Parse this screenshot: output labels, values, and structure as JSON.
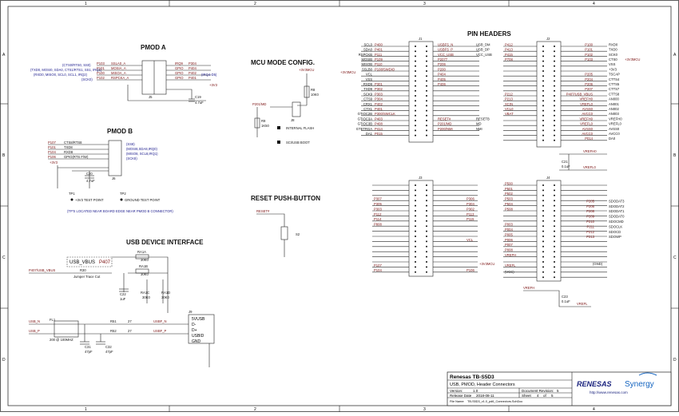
{
  "border": {
    "cols": [
      "1",
      "2",
      "3",
      "4"
    ],
    "rows": [
      "A",
      "B",
      "C",
      "D"
    ]
  },
  "sections": {
    "pmod_a": "PMOD A",
    "pmod_b": "PMOD B",
    "mcu_mode": "MCU MODE CONFIG.",
    "reset": "RESET PUSH-BUTTON",
    "usb": "USB DEVICE INTERFACE",
    "pin_headers": "PIN HEADERS"
  },
  "pmod_a": {
    "left_labels": [
      "(CTS0/RTS0, SS0)",
      "(TXD0, MOSI0, SDA0, CTS1/RTS1, SS1, IRQ1)",
      "(RXD0, MISO0, SCL0, SCL1, IRQ2)",
      "(SCK0)"
    ],
    "pins": [
      "P103",
      "P101",
      "P100",
      "P102"
    ],
    "signals": [
      "SSLA0_A",
      "MOSIA_A",
      "MISOA_A",
      "RSPCKA_A"
    ],
    "right_signals": [
      "IRQ9",
      "GPIO",
      "GPIO",
      "GPIO"
    ],
    "right_pins": [
      "P304",
      "P404",
      "P402",
      "P401"
    ],
    "note": "(IRQ4-D5)",
    "ref": "J5",
    "cap": "C19",
    "cap_val": "4.7uF",
    "supply": "+3V3"
  },
  "pmod_b": {
    "pins": [
      "P107",
      "P101",
      "P104",
      "P106"
    ],
    "signals": [
      "CTS8/RTS8",
      "TXD8",
      "RXD8",
      "GPIO(RTS F/W)"
    ],
    "right": [
      "(SS8)",
      "(MOSI8,SDA8,IRQ0)",
      "(MISO8, SCL8,IRQ1)",
      "(SCK8)"
    ],
    "ref": "J6",
    "cap": "C20",
    "cap_val": "4.7uF",
    "supply": "+3V3",
    "tp1": "TP1",
    "tp2": "TP2",
    "tp1_label": "+3V3 TEST POINT",
    "tp2_label": "GROUND TEST POINT",
    "note": "(TP'S LOCATED NEAR BOARD EDGE NEAR PMOD B CONNECTOR)"
  },
  "mcu_mode": {
    "supply": "+3V3MCU",
    "r8": "R8",
    "r8_val": "10K0",
    "r9": "R9",
    "r9_val": "1K50",
    "pin": "P201/MD",
    "ref": "J8",
    "opt1": "INTERNAL FLASH",
    "opt2": "SCI/USB BOOT"
  },
  "reset": {
    "net": "RESET#",
    "ref": "S2"
  },
  "usb": {
    "vbus_box": "USB_VBUS",
    "p407": "P407",
    "net_vbus": "P407/USB_VBUS",
    "r30": "R30",
    "jumper": "Jumper Trace Cut",
    "ra1a": "RA1A",
    "ra1b": "RA1B",
    "ra1c": "RA1C",
    "ra1d": "RA1D",
    "res_val": "30K0",
    "c22": "C22",
    "c22_val": "1uF",
    "fl1": "FL1",
    "fl1_val": "200 @ 100MHZ",
    "usb_n": "USB_N",
    "usb_p": "USB_P",
    "r51": "R51",
    "r52": "R52",
    "r_val": "27",
    "usbf_n": "USBF_N",
    "usbf_p": "USBF_P",
    "c31": "C31",
    "c32": "C32",
    "c_val": "47pF",
    "j9": "J9",
    "j9_pins": [
      "5VUSB",
      "D-",
      "D+",
      "USBID",
      "GND"
    ]
  },
  "j1": {
    "ref": "J1",
    "left": [
      [
        "SCL0",
        "P400"
      ],
      [
        "SDA0",
        "P401"
      ],
      [
        "RSPCKB",
        "P111"
      ],
      [
        "MOSIB",
        "P109"
      ],
      [
        "MISOB",
        "P110"
      ],
      [
        "SSLB0",
        "P108/SWDIO"
      ],
      [
        "VCL",
        ""
      ],
      [
        "VSS",
        ""
      ],
      [
        "RXD9",
        "P301"
      ],
      [
        "TXD9",
        "P302"
      ],
      [
        "SCK9",
        "P303"
      ],
      [
        "CTS9",
        "P304"
      ],
      [
        "CRX1",
        "P402"
      ],
      [
        "CTX1",
        "P401"
      ],
      [
        "GTIOC2B",
        "P300/SWCLK"
      ],
      [
        "GTIOC3A",
        "P403"
      ],
      [
        "GTIOC3B",
        "P408"
      ],
      [
        "GTETRGA",
        "P414"
      ],
      [
        "DA1",
        "P015"
      ]
    ],
    "right": [
      [
        "USB_DM",
        "USBFS_N"
      ],
      [
        "USB_DP",
        "USBFS_P"
      ],
      [
        "VCC_USB",
        "VCC_USB"
      ],
      [
        "",
        "P2077"
      ],
      [
        "",
        "P206"
      ],
      [
        "",
        "P200"
      ],
      [
        "",
        "P404"
      ],
      [
        "",
        "P405"
      ],
      [
        "",
        "P406"
      ],
      [
        "",
        ""
      ],
      [
        "",
        ""
      ],
      [
        "",
        ""
      ],
      [
        "",
        ""
      ],
      [
        "",
        ""
      ],
      [
        "",
        ""
      ],
      [
        "RESETB",
        "RESET#"
      ],
      [
        "MD",
        "P201/MD"
      ],
      [
        "NMI",
        "P200/NMI"
      ],
      [
        "",
        ""
      ]
    ],
    "supply": "+3V3MCU"
  },
  "j2": {
    "ref": "J2",
    "left": [
      "P412",
      "P413",
      "P415",
      "P708",
      "",
      "",
      "",
      "",
      "",
      "",
      "P212",
      "P213",
      "XCIN",
      "VCL0",
      "VBAT",
      "",
      "",
      "",
      "",
      ""
    ],
    "right": [
      [
        "P100",
        "RXD0"
      ],
      [
        "P101",
        "TXD0"
      ],
      [
        "P102",
        "SCK0"
      ],
      [
        "P103",
        "CTS0"
      ],
      [
        "",
        "VSS"
      ],
      [
        "",
        "+3V3"
      ],
      [
        "P205",
        "TSCAP"
      ],
      [
        "P204",
        "CTTS4"
      ],
      [
        "P206",
        "CTTS5"
      ],
      [
        "P207",
        "CTTS7"
      ],
      [
        "P407/USB_VBUS",
        "CTTS8"
      ],
      [
        "VREFH0",
        "AN000"
      ],
      [
        "VREFL0",
        "AN001"
      ],
      [
        "AVSS0",
        "AN002"
      ],
      [
        "AVCC0",
        "AN003"
      ],
      [
        "VREFH0",
        "VREFH0"
      ],
      [
        "VREFL0",
        "VREFL0"
      ],
      [
        "AVSS0",
        "AVSS0"
      ],
      [
        "AVCC0",
        "AVCC0"
      ],
      [
        "P014",
        "DA0"
      ]
    ],
    "supply": "+3V3MCU",
    "c21": "C21",
    "c21_val": "0.1uF",
    "vrefh": "VREFH0",
    "vrefl": "VREFL0"
  },
  "j3": {
    "ref": "J3",
    "left": [
      "",
      "",
      "",
      "P307",
      "P305",
      "P303",
      "P112",
      "P114",
      "P808",
      "",
      "",
      "",
      "",
      "",
      "",
      "",
      "P107",
      "P104"
    ],
    "right": [
      "",
      "",
      "",
      "P306",
      "P304",
      "P302",
      "P113",
      "P115",
      "",
      "",
      "",
      "VCL",
      "",
      "",
      "",
      "",
      "",
      "P106"
    ]
  },
  "j4": {
    "ref": "J4",
    "left": [
      "P500",
      "P501",
      "P502",
      "P503",
      "P504",
      "P508",
      "",
      "",
      "P003",
      "P004",
      "P005",
      "P006",
      "P007",
      "P008",
      "VREFH",
      "",
      "VREFL",
      "",
      ""
    ],
    "right": [
      [
        "P205",
        "SDODAT3"
      ],
      [
        "P206",
        "SDODAT2"
      ],
      [
        "P208",
        "SDODAT1"
      ],
      [
        "P209",
        "SDODAT0"
      ],
      [
        "P210",
        "SDOCMD"
      ],
      [
        "P211",
        "SDOCLK"
      ],
      [
        "P212",
        "SDOCD"
      ],
      [
        "P213",
        "SDOWP"
      ],
      [
        "",
        ""
      ],
      [
        "",
        ""
      ]
    ],
    "supply": "+3V3MCU",
    "vcc": "(VCC)",
    "gnd": "(GND)",
    "c23": "C23",
    "c23_val": "0.1uF",
    "vrefh": "VREFH",
    "vrefl": "VREFL"
  },
  "title_block": {
    "company": "Renesas TB-S5D3",
    "title": "USB, PMOD, Header Connectors",
    "version_label": "Version:",
    "version": "1.0",
    "doc_label": "Document Revision:",
    "doc_rev": "5",
    "release_label": "Release Date",
    "release_date": "2018-08-11",
    "sheet_label": "Sheet",
    "sheet": "4",
    "of": "of",
    "sheets": "5",
    "filename_label": "File Name:",
    "filename": "TB-S5D3_v1.0_pd6_Connectors.SchDoc",
    "brand_renesas": "RENESAS",
    "brand_synergy": "Synergy",
    "url": "http://www.renesas.com"
  }
}
